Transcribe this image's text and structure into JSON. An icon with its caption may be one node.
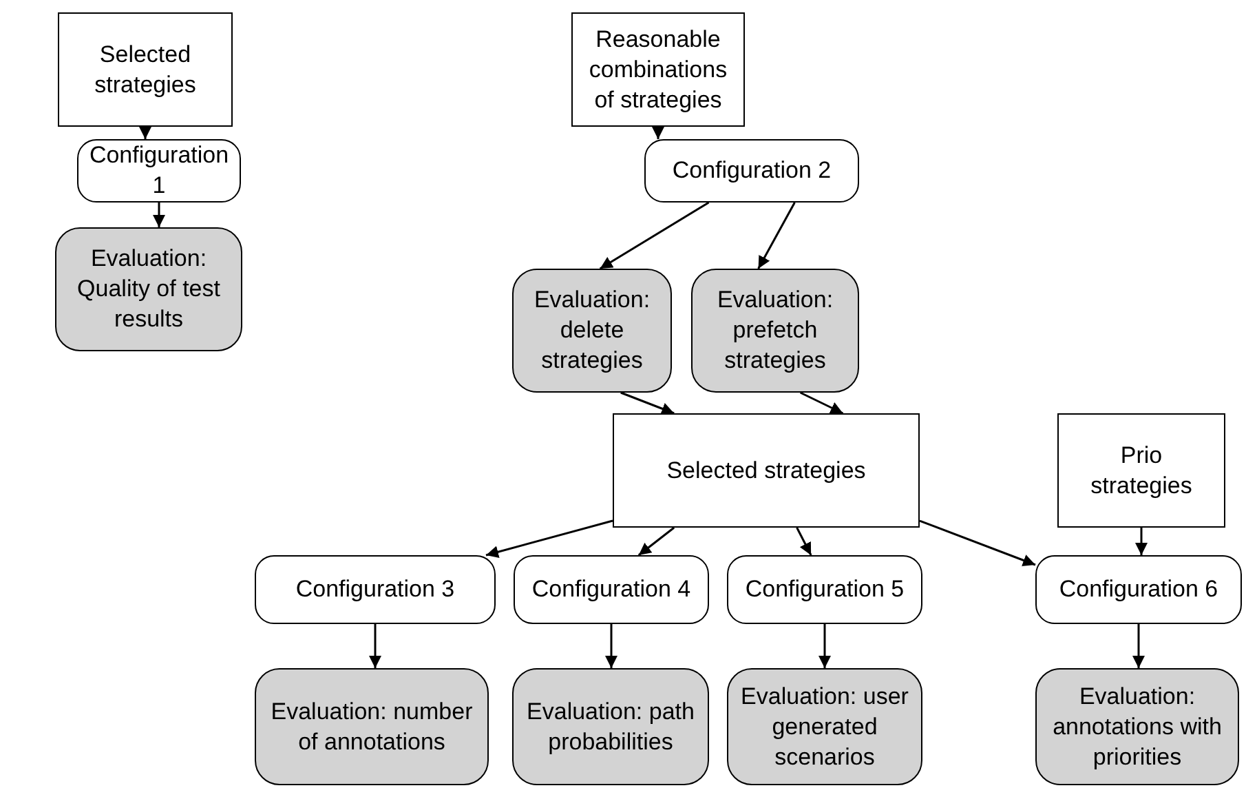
{
  "diagram": {
    "nodes": [
      {
        "text": [
          "Selected strategies"
        ]
      },
      {
        "text": [
          "Configuration 1"
        ]
      },
      {
        "text": [
          "Evaluation: Quality of test results"
        ]
      },
      {
        "text": [
          "Reasonable combinations of strategies"
        ]
      },
      {
        "text": [
          "Configuration 2"
        ]
      },
      {
        "text": [
          "Evaluation: delete strategies"
        ]
      },
      {
        "text": [
          "Evaluation: prefetch strategies"
        ]
      },
      {
        "text": [
          "Selected strategies"
        ]
      },
      {
        "text": [
          "Prio strategies"
        ]
      },
      {
        "text": [
          "Configuration 3"
        ]
      },
      {
        "text": [
          "Configuration 4"
        ]
      },
      {
        "text": [
          "Configuration 5"
        ]
      },
      {
        "text": [
          "Configuration 6"
        ]
      },
      {
        "text": [
          "Evaluation: number of annotations"
        ]
      },
      {
        "text": [
          "Evaluation: path probabilities"
        ]
      },
      {
        "text": [
          "Evaluation: user generated scenarios"
        ]
      },
      {
        "text": [
          "Evaluation: annotations with priorities"
        ]
      }
    ],
    "edges": [
      {
        "from": 0,
        "to": 1,
        "arrow": "to"
      },
      {
        "from": 1,
        "to": 2,
        "arrow": "to"
      },
      {
        "from": 3,
        "to": 4,
        "arrow": "to"
      },
      {
        "from": 4,
        "to": 5,
        "arrow": "to"
      },
      {
        "from": 4,
        "to": 6,
        "arrow": "to"
      },
      {
        "from": 5,
        "to": 7,
        "arrow": "to"
      },
      {
        "from": 6,
        "to": 7,
        "arrow": "to"
      },
      {
        "from": 7,
        "to": 9,
        "arrow": "to"
      },
      {
        "from": 7,
        "to": 10,
        "arrow": "to"
      },
      {
        "from": 7,
        "to": 11,
        "arrow": "to"
      },
      {
        "from": 7,
        "to": 12,
        "arrow": "to"
      },
      {
        "from": 8,
        "to": 12,
        "arrow": "to"
      },
      {
        "from": 9,
        "to": 13,
        "arrow": "to"
      },
      {
        "from": 10,
        "to": 14,
        "arrow": "to"
      },
      {
        "from": 11,
        "to": 15,
        "arrow": "to"
      },
      {
        "from": 12,
        "to": 16,
        "arrow": "to"
      }
    ]
  }
}
